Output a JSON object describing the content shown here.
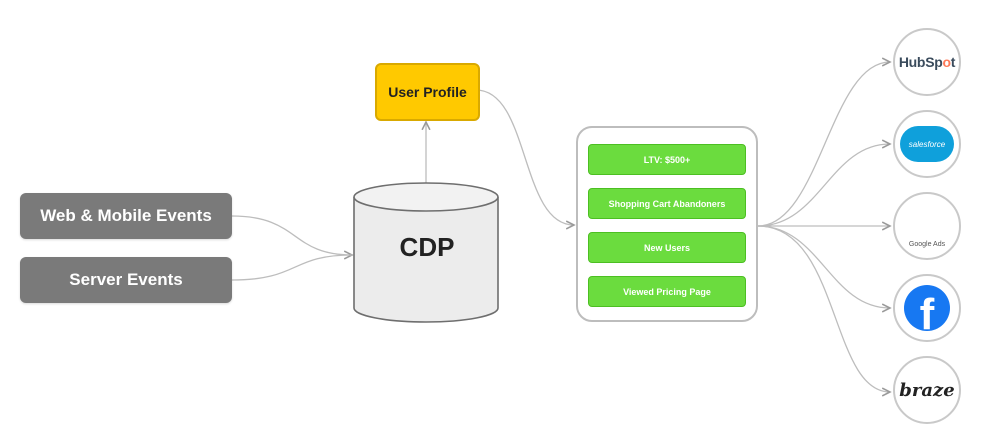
{
  "sources": {
    "web_mobile": "Web & Mobile Events",
    "server": "Server Events"
  },
  "cdp": {
    "label": "CDP"
  },
  "profile": {
    "label": "User Profile"
  },
  "segments": [
    "LTV: $500+",
    "Shopping Cart Abandoners",
    "New Users",
    "Viewed Pricing Page"
  ],
  "destinations": {
    "hubspot": {
      "text_a": "HubSp",
      "text_o": "o",
      "text_b": "t"
    },
    "salesforce": {
      "text": "salesforce"
    },
    "google_ads": {
      "caption": "Google Ads"
    },
    "facebook": {
      "glyph": "f"
    },
    "braze": {
      "text": "braze"
    }
  },
  "colors": {
    "source_box": "#7a7a7a",
    "profile_box": "#ffc900",
    "segment_fill": "#6bdc3e",
    "connector": "#bdbdbd"
  }
}
